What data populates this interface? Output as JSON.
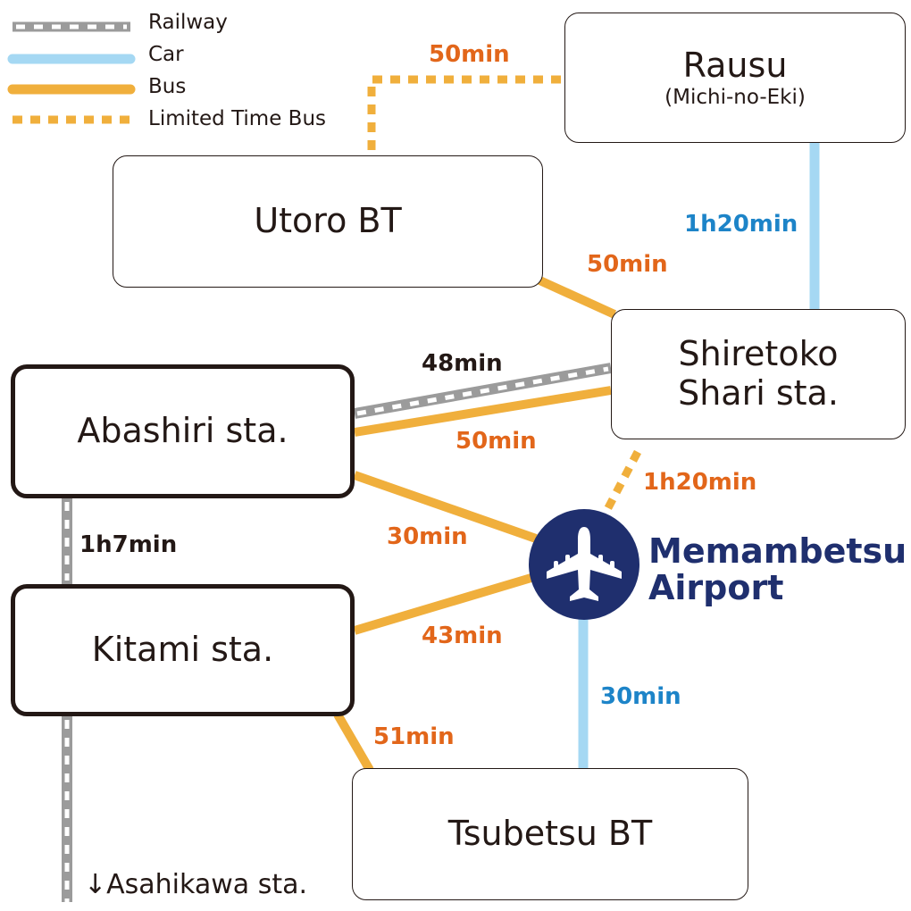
{
  "legend": {
    "railway": "Railway",
    "car": "Car",
    "bus": "Bus",
    "limited_bus": "Limited Time Bus"
  },
  "colors": {
    "bus": "#f0af3c",
    "car": "#a5d8f3",
    "railway": "#9b9b9b",
    "bus_text": "#e2661a",
    "car_text": "#1d84c8",
    "airport": "#1f2f6e"
  },
  "places": {
    "rausu": {
      "name": "Rausu",
      "sub": "(Michi-no-Eki)"
    },
    "utoro": {
      "name": "Utoro BT"
    },
    "shiretoko": {
      "line1": "Shiretoko",
      "line2": "Shari sta."
    },
    "abashiri": {
      "name": "Abashiri sta."
    },
    "kitami": {
      "name": "Kitami sta."
    },
    "tsubetsu": {
      "name": "Tsubetsu BT"
    },
    "airport": {
      "line1": "Memambetsu",
      "line2": "Airport",
      "icon": "airplane-icon"
    },
    "asahikawa": {
      "name": "↓Asahikawa sta."
    }
  },
  "times": {
    "utoro_rausu": "50min",
    "rausu_shiretoko": "1h20min",
    "utoro_shiretoko": "50min",
    "abashiri_shiretoko_rail": "48min",
    "abashiri_shiretoko_bus": "50min",
    "shiretoko_airport": "1h20min",
    "abashiri_airport": "30min",
    "abashiri_kitami": "1h7min",
    "kitami_airport": "43min",
    "airport_tsubetsu": "30min",
    "kitami_tsubetsu": "51min"
  }
}
